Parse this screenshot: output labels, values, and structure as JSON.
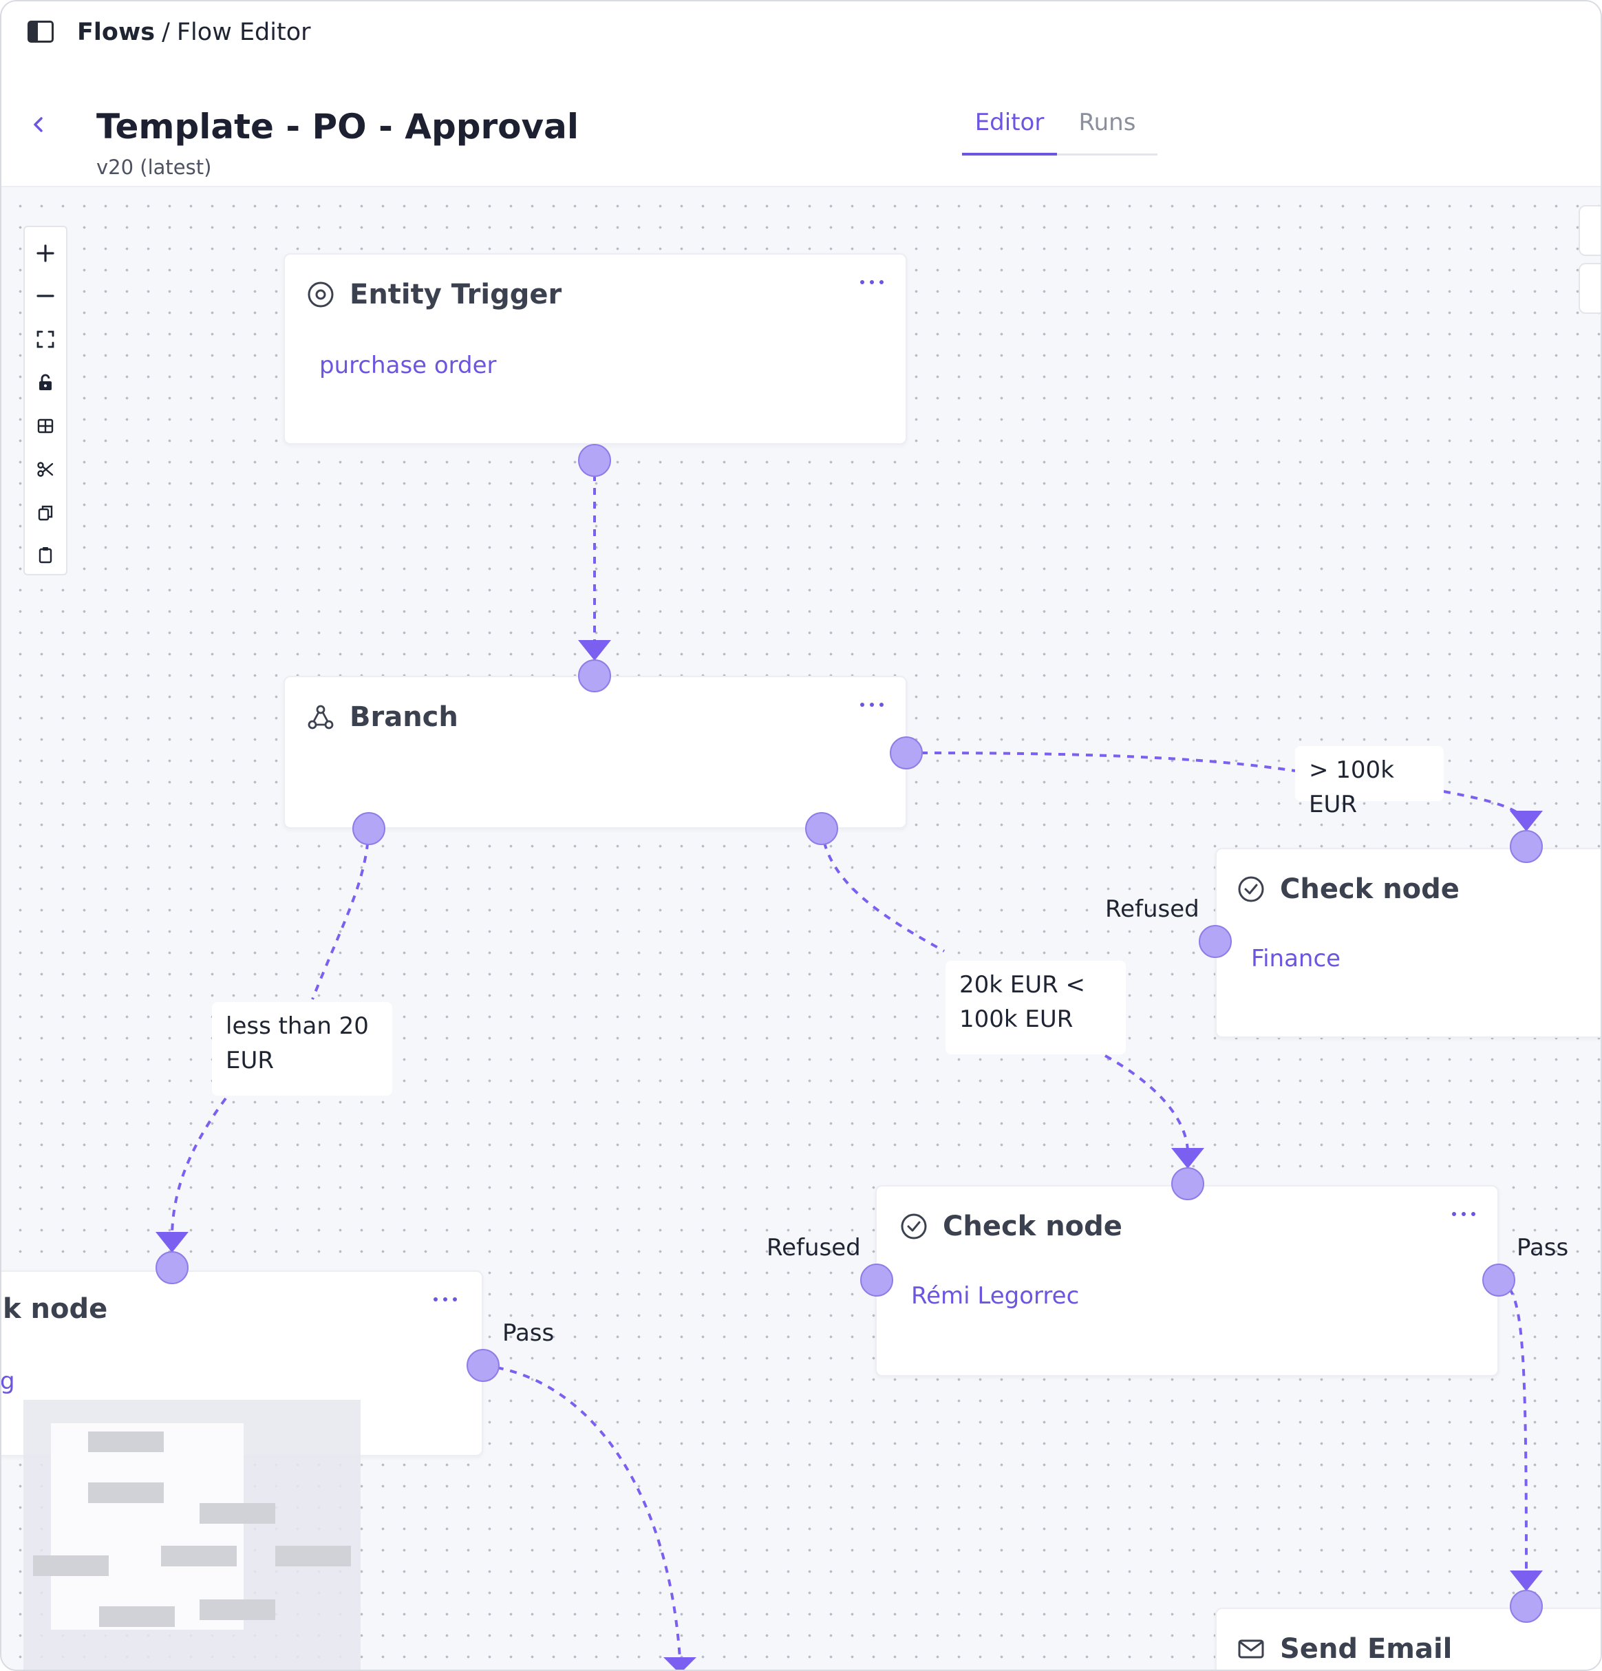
{
  "breadcrumb": {
    "root": "Flows",
    "separator": "/",
    "current": "Flow Editor"
  },
  "header": {
    "title": "Template - PO - Approval",
    "version": "v20 (latest)"
  },
  "tabs": [
    {
      "label": "Editor",
      "active": true
    },
    {
      "label": "Runs",
      "active": false
    }
  ],
  "toolbar": {
    "tools": [
      "zoom-in-icon",
      "zoom-out-icon",
      "fit-view-icon",
      "lock-icon",
      "grid-icon",
      "scissors-icon",
      "copy-icon",
      "clipboard-icon"
    ]
  },
  "nodes": {
    "entity_trigger": {
      "title": "Entity Trigger",
      "value": "purchase order",
      "icon": "target-icon"
    },
    "branch": {
      "title": "Branch",
      "icon": "branch-icon"
    },
    "check_finance": {
      "title": "Check node",
      "value": "Finance",
      "icon": "check-circle-icon"
    },
    "check_remi": {
      "title": "Check node",
      "value": "Rémi Legorrec",
      "icon": "check-circle-icon"
    },
    "check_partial": {
      "title": "k node",
      "value": "g"
    },
    "send_email": {
      "title": "Send Email",
      "icon": "mail-icon"
    }
  },
  "edge_labels": {
    "over_100k": "> 100k EUR",
    "between": "20k EUR < 100k EUR",
    "less_than": "less than 20 EUR"
  },
  "port_labels": {
    "finance_refused": "Refused",
    "remi_refused": "Refused",
    "remi_pass": "Pass",
    "partial_pass": "Pass"
  },
  "colors": {
    "accent": "#6c55e0",
    "edge": "#7a5ff0",
    "handle": "#b3a6f7",
    "canvas": "#f6f7fa"
  }
}
